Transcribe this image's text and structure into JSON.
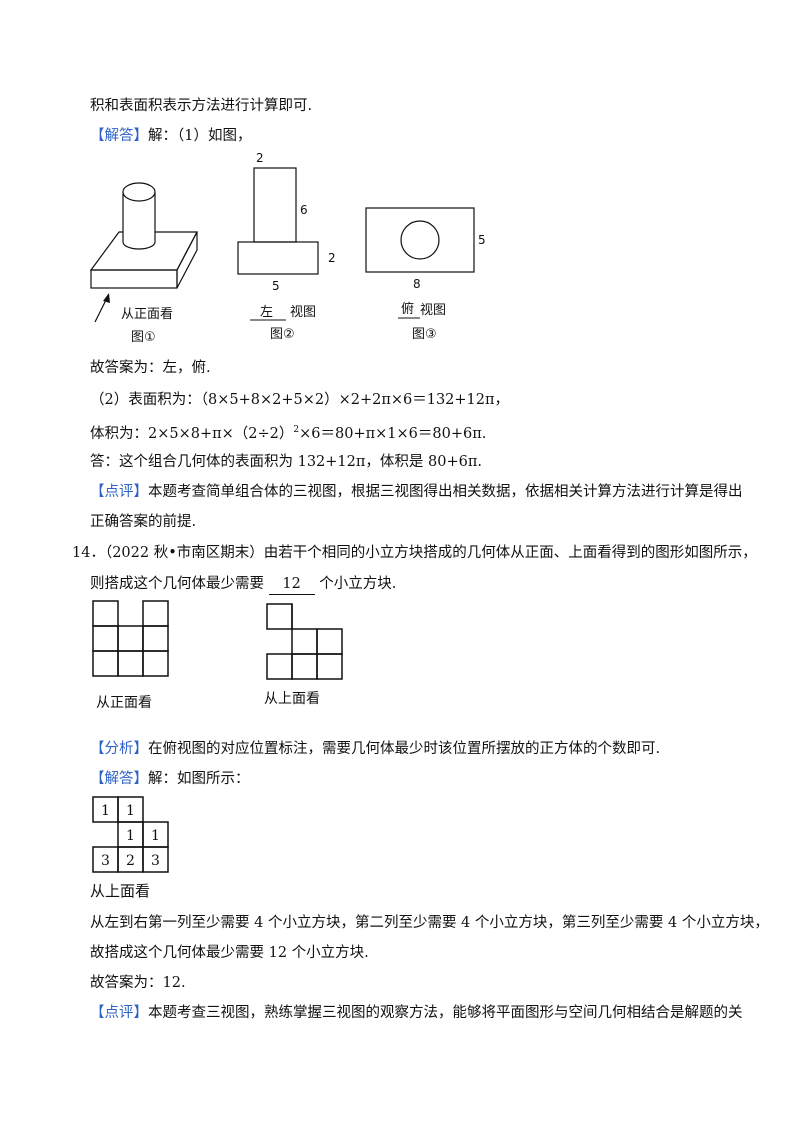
{
  "p1": "积和表面积表示方法进行计算即可.",
  "p2_tag": "【解答】",
  "p2": "解：（1）如图，",
  "fig1": {
    "caption1": "从正面看",
    "caption2": "图①"
  },
  "fig2": {
    "dim_top": "2",
    "dim_right_upper": "6",
    "dim_right_lower": "2",
    "dim_bottom": "5",
    "answer": "左",
    "caption_suffix": "视图",
    "caption2": "图②"
  },
  "fig3": {
    "dim_right": "5",
    "dim_bottom": "8",
    "answer": "俯",
    "caption_suffix": "视图",
    "caption2": "图③"
  },
  "p3": "故答案为：左，俯.",
  "p4": "（2）表面积为：（8×5+8×2+5×2）×2+2π×6＝132+12π，",
  "p5_a": "体积为：2×5×8+π×（2÷2）",
  "p5_sup": "2",
  "p5_b": "×6＝80+π×1×6＝80+6π.",
  "p6": "答：这个组合几何体的表面积为 132+12π，体积是 80+6π.",
  "p7_tag": "【点评】",
  "p7": "本题考查简单组合体的三视图，根据三视图得出相关数据，依据相关计算方法进行计算是得出",
  "p8": "正确答案的前提.",
  "q14_a": "14．（2022 秋•市南区期末）由若干个相同的小立方块搭成的几何体从正面、上面看得到的图形如图所示，",
  "q14_b_pre": "则搭成这个几何体最少需要",
  "q14_answer": "12",
  "q14_b_post": "个小立方块.",
  "front_caption": "从正面看",
  "top_caption": "从上面看",
  "analysis_tag": "【分析】",
  "analysis": "在俯视图的对应位置标注，需要几何体最少时该位置所摆放的正方体的个数即可.",
  "solution_tag": "【解答】",
  "solution": "解：如图所示：",
  "grid_numbers": [
    "1",
    "1",
    "1",
    "1",
    "3",
    "2",
    "3"
  ],
  "grid_caption": "从上面看",
  "s1": "从左到右第一列至少需要 4 个小立方块，第二列至少需要 4 个小立方块，第三列至少需要 4 个小立方块，",
  "s2": "故搭成这个几何体最少需要 12 个小立方块.",
  "s3": "故答案为：12.",
  "comment_tag": "【点评】",
  "comment": "本题考查三视图，熟练掌握三视图的观察方法，能够将平面图形与空间几何相结合是解题的关"
}
